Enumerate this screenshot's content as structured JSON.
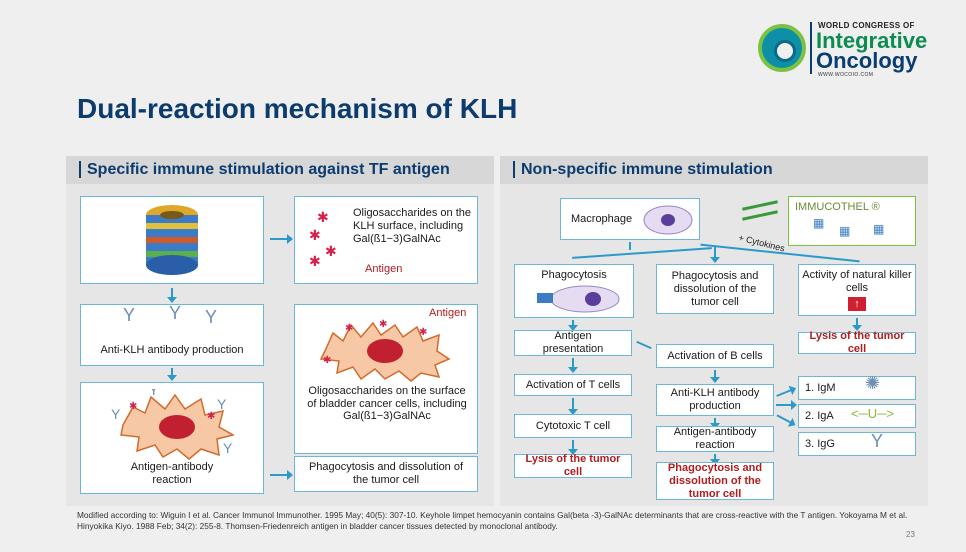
{
  "logo": {
    "top": "WORLD CONGRESS OF",
    "line1": "Integrative",
    "line2": "Oncology",
    "url": "WWW.WOCOIO.COM"
  },
  "title": "Dual-reaction mechanism of KLH",
  "left_panel": {
    "heading": "Specific immune stimulation against TF antigen",
    "oligo_box": "Oligosaccharides on the KLH surface, including Gal(ß1−3)GalNAc",
    "antigen_label_1": "Antigen",
    "antigen_label_2": "Antigen",
    "antibody_production": "Anti-KLH antibody production",
    "cancer_cell_text": "Oligosaccharides on the surface of bladder cancer cells, including Gal(ß1−3)GalNAc",
    "antigen_antibody": "Antigen-antibody reaction",
    "phagocytosis_box": "Phagocytosis and dissolution of the tumor cell"
  },
  "right_panel": {
    "heading": "Non-specific immune stimulation",
    "macrophage": "Macrophage",
    "immucothel": "IMMUCOTHEL ®",
    "cytokines": "+ Cytokines",
    "phagocytosis": "Phagocytosis",
    "phago_dissolution": "Phagocytosis and dissolution of the tumor cell",
    "nk_activity": "Activity of natural killer cells",
    "antigen_presentation": "Antigen presentation",
    "b_cells": "Activation of B cells",
    "lysis_nk": "Lysis of the tumor cell",
    "t_cells": "Activation of T cells",
    "anti_klh": "Anti-KLH antibody production",
    "igm": "1. IgM",
    "iga": "2. IgA",
    "igg": "3. IgG",
    "cytotoxic": "Cytotoxic T cell",
    "ag_ab_reaction": "Antigen-antibody reaction",
    "lysis_t": "Lysis of the tumor cell",
    "phago_final": "Phagocytosis and dissolution of the tumor cell"
  },
  "footnote": "Modified according to: Wiguin I et al. Cancer Immunol Immunother. 1995 May; 40(5): 307-10. Keyhole limpet hemocyanin contains Gal(beta -3)-GalNAc determinants that are cross-reactive with the T antigen. Yokoyama M et al. Hinyokika Kiyo. 1988 Feb; 34(2): 255-8. Thomsen-Friedenreich antigen in bladder cancer tissues detected by monoclonal antibody.",
  "page_number": "23",
  "colors": {
    "title": "#0c3b6e",
    "arrow": "#2b9ac9",
    "lysis": "#b01d1d"
  }
}
